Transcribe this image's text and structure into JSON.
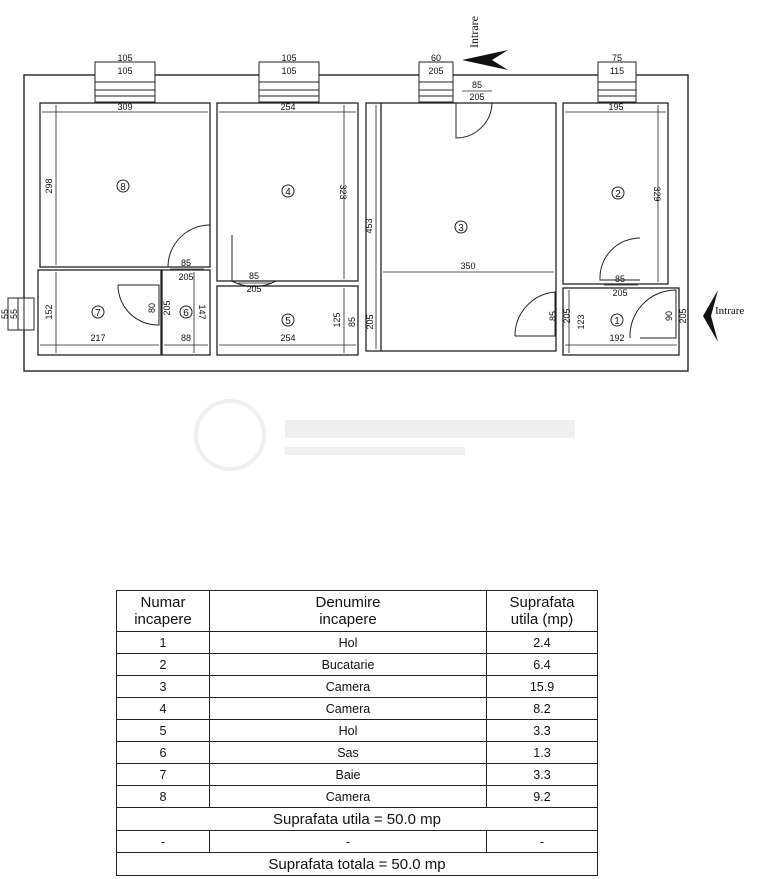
{
  "entrance_label": "Intrare",
  "rooms": [
    {
      "num": "8",
      "w": "309",
      "h": "298"
    },
    {
      "num": "4",
      "w": "254",
      "h": "323"
    },
    {
      "num": "3",
      "w": "350",
      "h": "453"
    },
    {
      "num": "2",
      "w": "195",
      "h": "329"
    },
    {
      "num": "7",
      "w": "217",
      "h": "152"
    },
    {
      "num": "6",
      "w": "88",
      "h": "147"
    },
    {
      "num": "5",
      "w": "254",
      "h": "125"
    },
    {
      "num": "1",
      "w": "192",
      "h": "123"
    }
  ],
  "windows": [
    {
      "top": "105",
      "bottom": "105"
    },
    {
      "top": "105",
      "bottom": "105"
    },
    {
      "top": "60",
      "bottom": "205"
    },
    {
      "top": "75",
      "bottom": "115"
    }
  ],
  "left_window": {
    "a": "55",
    "b": "55"
  },
  "doors": [
    {
      "w": "85",
      "h": "205"
    },
    {
      "w": "85",
      "h": "205"
    },
    {
      "w": "85",
      "h": "205"
    },
    {
      "w": "85",
      "h": "205"
    },
    {
      "w": "80",
      "h": "205"
    },
    {
      "w": "85",
      "h": "205"
    },
    {
      "w": "85",
      "h": "205"
    },
    {
      "w": "90",
      "h": "205"
    }
  ],
  "table": {
    "headers": [
      "Numar\nincapere",
      "Denumire\nincapere",
      "Suprafata\nutila (mp)"
    ],
    "rows": [
      [
        "1",
        "Hol",
        "2.4"
      ],
      [
        "2",
        "Bucatarie",
        "6.4"
      ],
      [
        "3",
        "Camera",
        "15.9"
      ],
      [
        "4",
        "Camera",
        "8.2"
      ],
      [
        "5",
        "Hol",
        "3.3"
      ],
      [
        "6",
        "Sas",
        "1.3"
      ],
      [
        "7",
        "Baie",
        "3.3"
      ],
      [
        "8",
        "Camera",
        "9.2"
      ]
    ],
    "useful_total": "Suprafata utila = 50.0 mp",
    "dash_row": [
      "-",
      "-",
      "-"
    ],
    "grand_total": "Suprafata totala = 50.0 mp"
  }
}
